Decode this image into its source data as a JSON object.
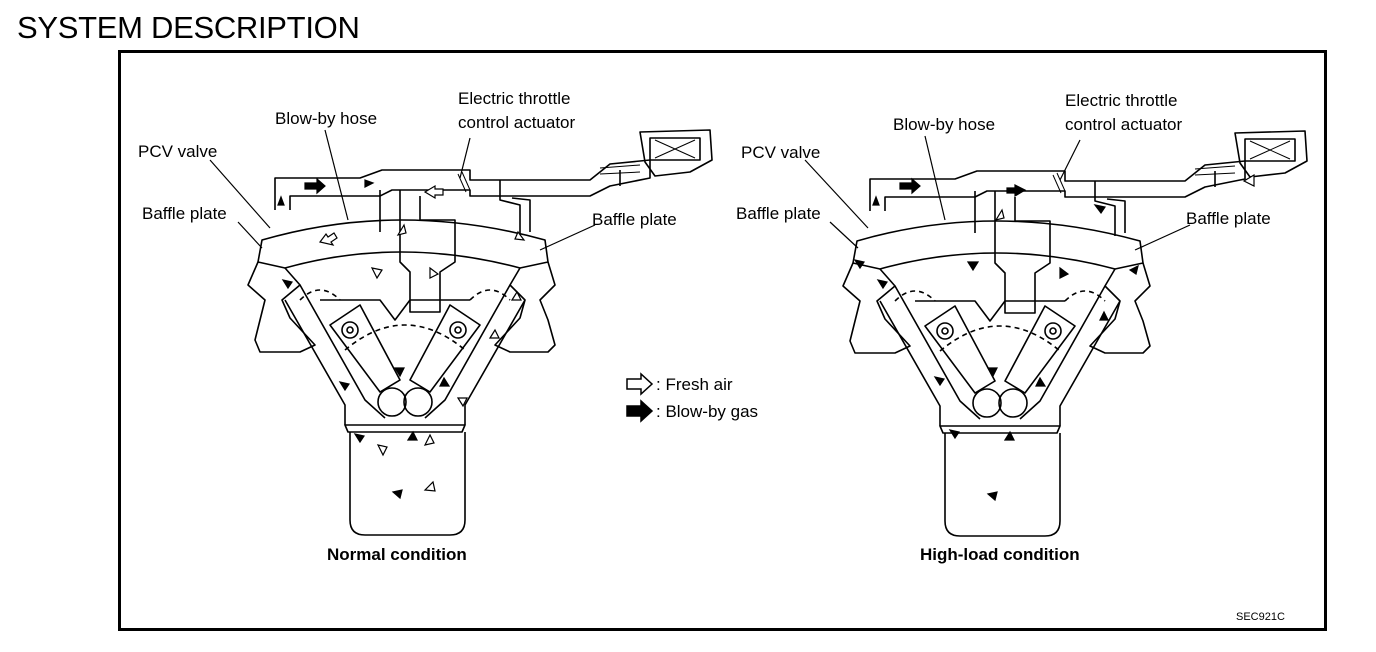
{
  "page": {
    "title": "SYSTEM DESCRIPTION"
  },
  "diagram": {
    "left": {
      "caption": "Normal condition",
      "labels": {
        "pcv_valve": "PCV valve",
        "blowby_hose": "Blow-by hose",
        "throttle_line1": "Electric throttle",
        "throttle_line2": "control actuator",
        "baffle_left": "Baffle plate",
        "baffle_right": "Baffle plate"
      }
    },
    "right": {
      "caption": "High-load condition",
      "labels": {
        "pcv_valve": "PCV valve",
        "blowby_hose": "Blow-by hose",
        "throttle_line1": "Electric throttle",
        "throttle_line2": "control actuator",
        "baffle_left": "Baffle plate",
        "baffle_right": "Baffle plate"
      }
    },
    "legend": {
      "fresh_air": ": Fresh air",
      "blowby_gas": ": Blow-by gas"
    },
    "figure_code": "SEC921C"
  }
}
